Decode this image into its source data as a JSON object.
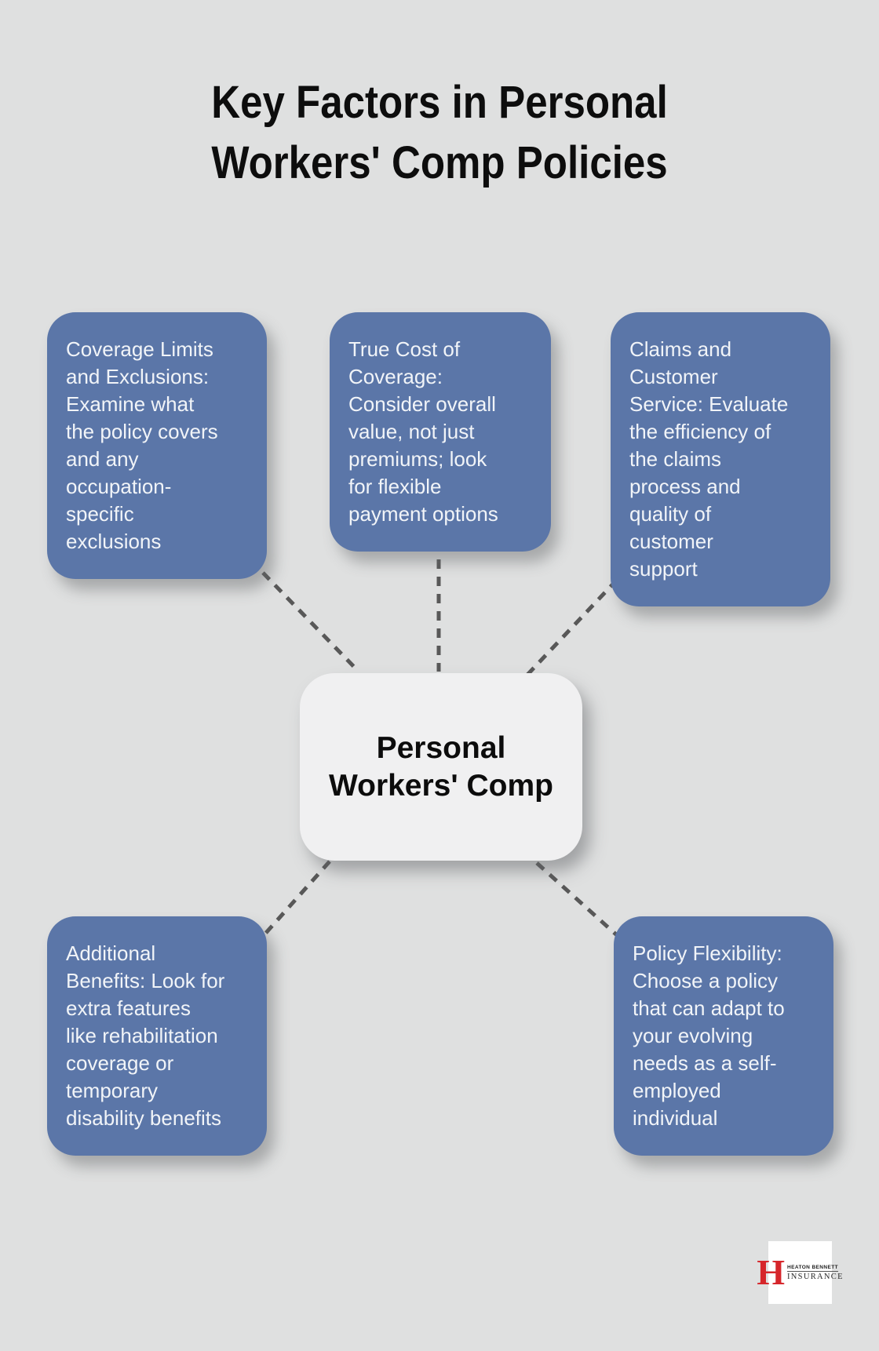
{
  "title": "Key Factors in Personal\nWorkers' Comp Policies",
  "center_node": {
    "label": "Personal\nWorkers' Comp"
  },
  "factors": [
    {
      "id": "coverage-limits-exclusions",
      "text": "Coverage Limits\nand Exclusions:\nExamine what\nthe policy covers\nand any\noccupation-\nspecific\nexclusions"
    },
    {
      "id": "true-cost-of-coverage",
      "text": "True Cost of\nCoverage:\nConsider overall\nvalue, not just\npremiums; look\nfor flexible\npayment options"
    },
    {
      "id": "claims-customer-service",
      "text": "Claims and\nCustomer\nService: Evaluate\nthe efficiency of\nthe claims\nprocess and\nquality of\ncustomer\nsupport"
    },
    {
      "id": "additional-benefits",
      "text": "Additional\nBenefits: Look for\nextra features\nlike rehabilitation\ncoverage or\ntemporary\ndisability benefits"
    },
    {
      "id": "policy-flexibility",
      "text": "Policy Flexibility:\nChoose a policy\nthat can adapt to\nyour evolving\nneeds as a self-\nemployed\nindividual"
    }
  ],
  "logo": {
    "monogram": "H",
    "name_line1": "HEATON BENNETT",
    "name_line2": "INSURANCE"
  },
  "colors": {
    "background": "#dfe0e0",
    "factor_box": "#5b76a8",
    "factor_text": "#f1f4f8",
    "center_box": "#f0f0f1",
    "connector": "#585858",
    "title_text": "#0d0d0d",
    "logo_red": "#d6262b"
  }
}
